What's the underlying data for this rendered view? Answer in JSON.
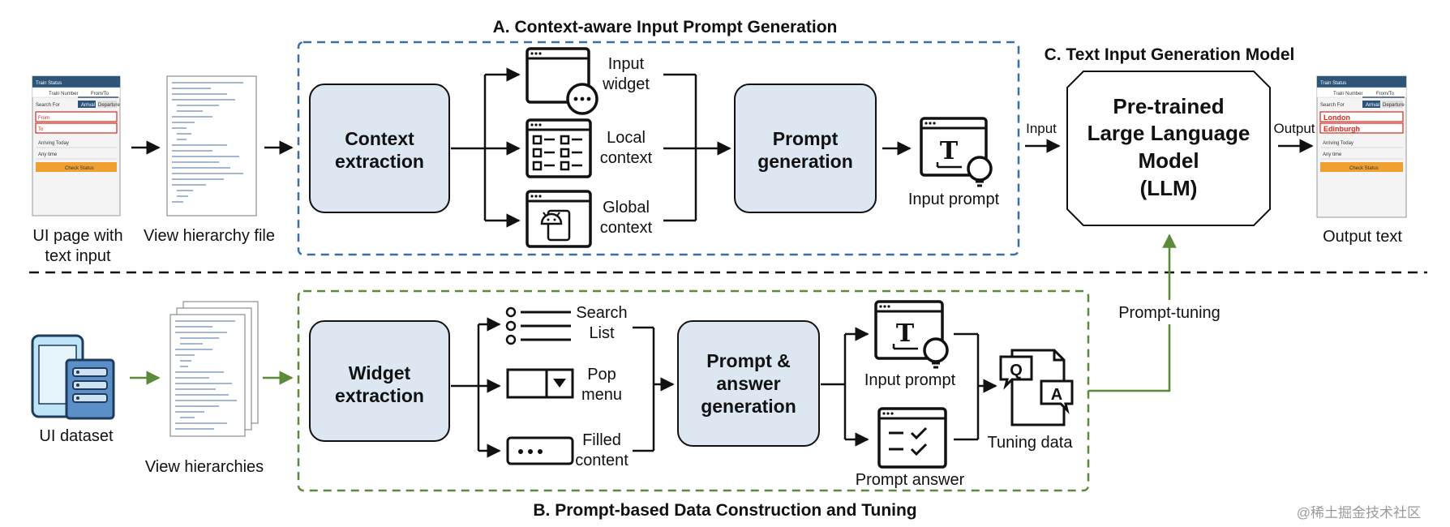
{
  "sections": {
    "a_title": "A. Context-aware Input Prompt Generation",
    "b_title": "B. Prompt-based Data Construction and Tuning",
    "c_title": "C. Text Input Generation Model"
  },
  "top_row": {
    "ui_page_label_1": "UI page with",
    "ui_page_label_2": "text input",
    "view_hierarchy_label": "View hierarchy file",
    "context_extraction_1": "Context",
    "context_extraction_2": "extraction",
    "input_widget_1": "Input",
    "input_widget_2": "widget",
    "local_context_1": "Local",
    "local_context_2": "context",
    "global_context_1": "Global",
    "global_context_2": "context",
    "prompt_generation_1": "Prompt",
    "prompt_generation_2": "generation",
    "input_prompt_label": "Input prompt",
    "input_arrow_label": "Input",
    "llm_1": "Pre-trained",
    "llm_2": "Large Language",
    "llm_3": "Model",
    "llm_4": "(LLM)",
    "output_arrow_label": "Output",
    "output_text_label": "Output text"
  },
  "bottom_row": {
    "ui_dataset_label": "UI dataset",
    "view_hierarchies_label": "View hierarchies",
    "widget_extraction_1": "Widget",
    "widget_extraction_2": "extraction",
    "search_list_1": "Search",
    "search_list_2": "List",
    "pop_menu_1": "Pop",
    "pop_menu_2": "menu",
    "filled_content_1": "Filled",
    "filled_content_2": "content",
    "prompt_answer_gen_1": "Prompt &",
    "prompt_answer_gen_2": "answer",
    "prompt_answer_gen_3": "generation",
    "input_prompt_label": "Input prompt",
    "prompt_answer_label": "Prompt answer",
    "tuning_data_label": "Tuning data",
    "prompt_tuning_label": "Prompt-tuning"
  },
  "phone_mock_in": {
    "title": "Train Status",
    "tab_1": "Train Number",
    "tab_2": "From/To",
    "search_for": "Search For",
    "btn_1": "Arrival",
    "btn_2": "Departure",
    "field_1": "From",
    "field_2": "To",
    "arriving": "Arriving Today",
    "any_time": "Any time",
    "check_button": "Check Status"
  },
  "phone_mock_out": {
    "title": "Train Status",
    "tab_1": "Train Number",
    "tab_2": "From/To",
    "search_for": "Search For",
    "btn_1": "Arrival",
    "btn_2": "Departure",
    "field_1": "London",
    "field_2": "Edinburgh",
    "arriving": "Arriving Today",
    "any_time": "Any time",
    "check_button": "Check Status"
  },
  "glyphs": {
    "t_glyph": "T",
    "q_glyph": "Q",
    "a_glyph": "A"
  },
  "watermark": "@稀土掘金技术社区",
  "colors": {
    "box_fill": "#dde7f1",
    "blue_dash": "#3a6ea5",
    "green_dash": "#5b8a3a",
    "green_arrow": "#5b8a3a",
    "phone_header": "#2e5478",
    "orange_button": "#f0a030",
    "red_field": "#d9261c"
  },
  "icons": [
    "input-widget-icon",
    "local-context-icon",
    "global-context-icon",
    "input-prompt-icon",
    "search-list-icon",
    "pop-menu-icon",
    "filled-content-icon",
    "prompt-answer-icon",
    "tuning-data-icon",
    "ui-dataset-icon"
  ]
}
